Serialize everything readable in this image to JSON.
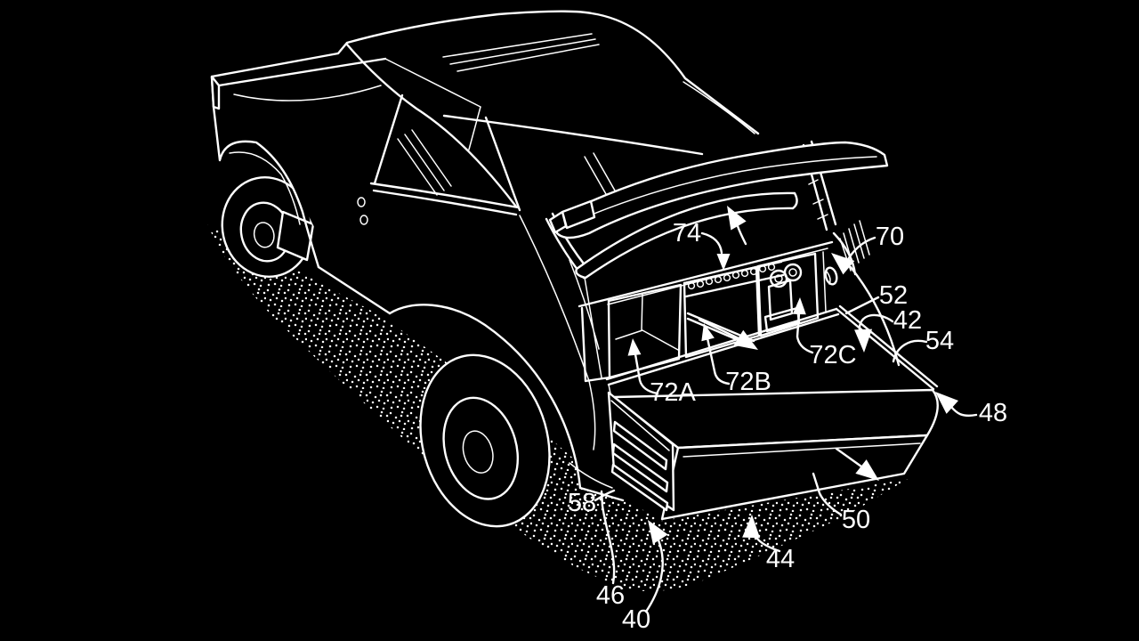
{
  "figure": {
    "background_color": "#000000",
    "line_color": "#ffffff",
    "labels": {
      "74": "74",
      "70": "70",
      "52": "52",
      "42": "42",
      "54": "54",
      "48": "48",
      "72A": "72A",
      "72B": "72B",
      "72C": "72C",
      "58": "58",
      "50": "50",
      "44": "44",
      "46": "46",
      "40": "40"
    }
  }
}
